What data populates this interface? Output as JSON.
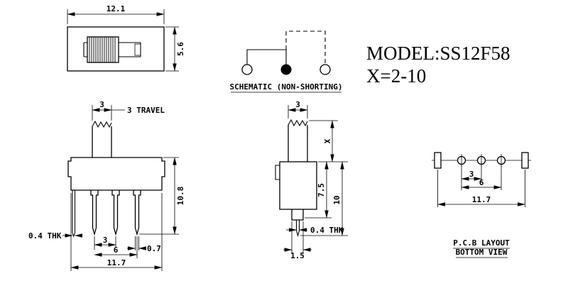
{
  "colors": {
    "ink": "#000000",
    "background": "#ffffff"
  },
  "title": {
    "model": "MODEL:SS12F58",
    "x_range": "X=2-10"
  },
  "schematic": {
    "caption": "SCHEMATIC (NON-SHORTING)"
  },
  "top_view": {
    "dim_width": "12.1",
    "dim_height": "5.6"
  },
  "front_view": {
    "dim_actuator_width": "3",
    "dim_travel": "3 TRAVEL",
    "dim_height": "10.8",
    "dim_thickness": "0.4 THK",
    "dim_pin_pitch": "3",
    "dim_pin_span": "6",
    "dim_pin_width": "0.7",
    "dim_total_width": "11.7"
  },
  "side_view": {
    "dim_actuator_width": "3",
    "dim_actuator_height": "X",
    "dim_body_height": "7.5",
    "dim_total_height": "10",
    "dim_pin_width": "1.5",
    "dim_thickness": "0.4 THK"
  },
  "pcb_view": {
    "caption_line1": "P.C.B LAYOUT",
    "caption_line2": "BOTTOM VIEW",
    "dim_hole_pitch": "3",
    "dim_hole_span": "6",
    "dim_total": "11.7"
  }
}
